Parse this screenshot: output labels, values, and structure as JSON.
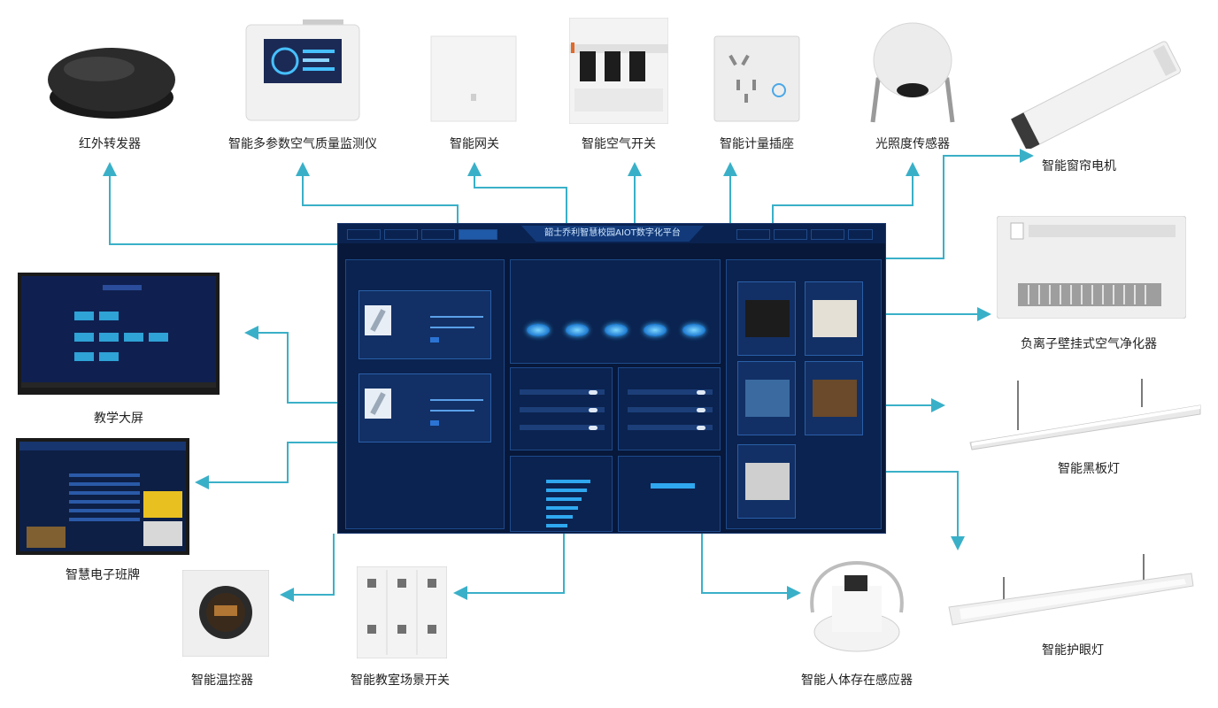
{
  "devices": {
    "ir_blaster": "红外转发器",
    "air_monitor": "智能多参数空气质量监测仪",
    "gateway": "智能网关",
    "air_switch": "智能空气开关",
    "socket": "智能计量插座",
    "light_sensor": "光照度传感器",
    "curtain_motor": "智能窗帘电机",
    "air_purifier": "负离子壁挂式空气净化器",
    "blackboard_lamp": "智能黑板灯",
    "eye_lamp": "智能护眼灯",
    "presence_sensor": "智能人体存在感应器",
    "scene_switch": "智能教室场景开关",
    "thermostat": "智能温控器",
    "class_board": "智慧电子班牌",
    "big_screen": "教学大屏"
  },
  "platform": {
    "title": "韶士乔利智慧校园AIOT数字化平台"
  },
  "colors": {
    "connector": "#3ab0c8",
    "screen_bg": "#07183a",
    "panel_bg": "#0b2350",
    "accent": "#2fa8f0"
  }
}
